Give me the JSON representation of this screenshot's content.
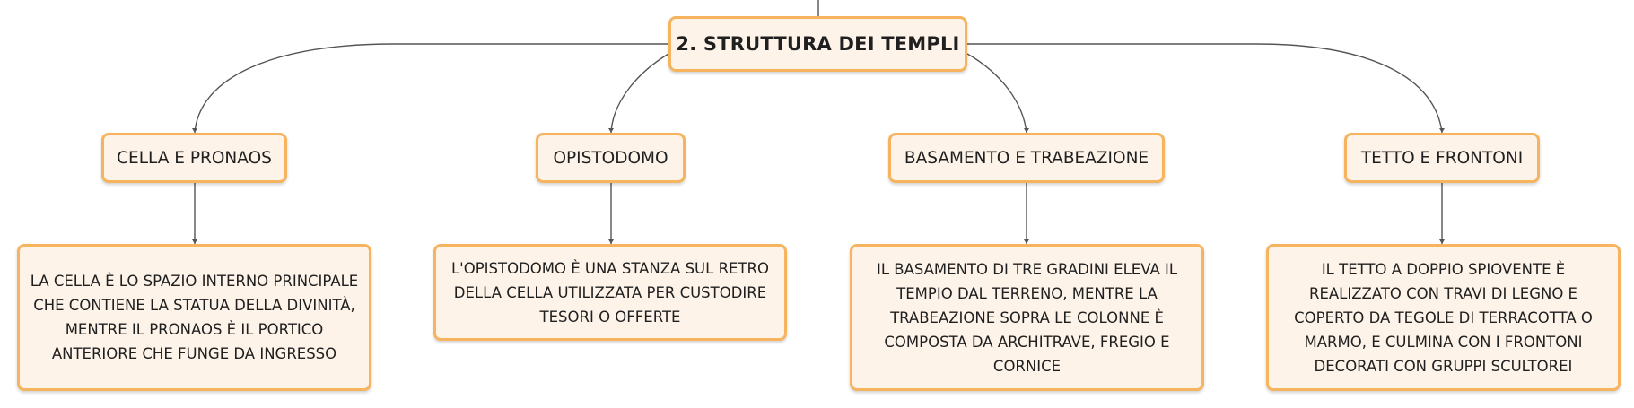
{
  "root": {
    "label": "2. STRUTTURA DEI TEMPLI"
  },
  "branches": [
    {
      "label": "CELLA E PRONAOS",
      "detail": "LA CELLA È LO SPAZIO INTERNO PRINCIPALE CHE CONTIENE LA STATUA DELLA DIVINITÀ, MENTRE IL PRONAOS È IL PORTICO ANTERIORE CHE FUNGE DA INGRESSO"
    },
    {
      "label": "OPISTODOMO",
      "detail": "L'OPISTODOMO È UNA STANZA SUL RETRO DELLA CELLA UTILIZZATA PER CUSTODIRE TESORI O OFFERTE"
    },
    {
      "label": "BASAMENTO E TRABEAZIONE",
      "detail": "IL BASAMENTO DI TRE GRADINI ELEVA IL TEMPIO DAL TERRENO, MENTRE LA TRABEAZIONE SOPRA LE COLONNE È COMPOSTA DA ARCHITRAVE, FREGIO E CORNICE"
    },
    {
      "label": "TETTO E FRONTONI",
      "detail": "IL TETTO A DOPPIO SPIOVENTE È REALIZZATO CON TRAVI DI LEGNO E COPERTO DA TEGOLE DI TERRACOTTA O MARMO, E CULMINA CON I FRONTONI DECORATI CON GRUPPI SCULTOREI"
    }
  ],
  "colors": {
    "node_fill": "#fdf3e9",
    "node_border": "#f6b45e",
    "connector": "#555555"
  }
}
